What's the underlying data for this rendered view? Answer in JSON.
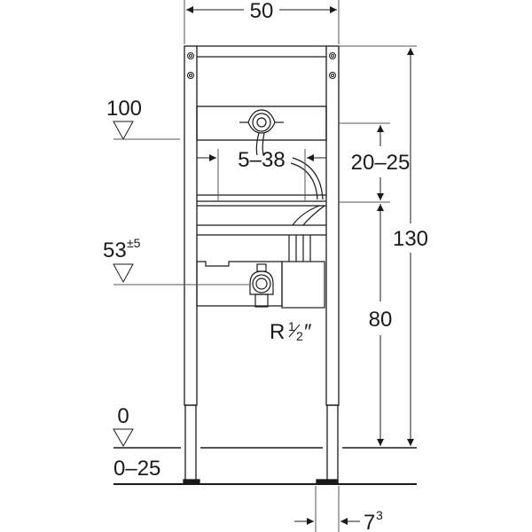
{
  "diagram": {
    "type": "technical-installation-drawing",
    "subject": "Wall-mounted installation frame (washbasin element) with dimensions",
    "colors": {
      "line": "#1a1a1a",
      "thin_line": "#555555",
      "background": "#ffffff"
    },
    "dimensions": {
      "frame_width": {
        "value": "50"
      },
      "frame_height": {
        "value": "130"
      },
      "crossbar_spacing": {
        "value": "20–25"
      },
      "fitting_height": {
        "value": "80"
      },
      "stud_spacing": {
        "value": "5–38"
      },
      "foot_depth": {
        "value": "7",
        "superscript": "3"
      },
      "floor_adjustment": {
        "value": "0–25"
      }
    },
    "levels": {
      "upper_level": {
        "value": "100"
      },
      "middle_level": {
        "value": "53",
        "superscript": "±5"
      },
      "floor_level": {
        "value": "0"
      }
    },
    "connections": {
      "thread_label": {
        "prefix": "R",
        "numerator": "1",
        "denominator": "2",
        "suffix": "″"
      }
    }
  }
}
